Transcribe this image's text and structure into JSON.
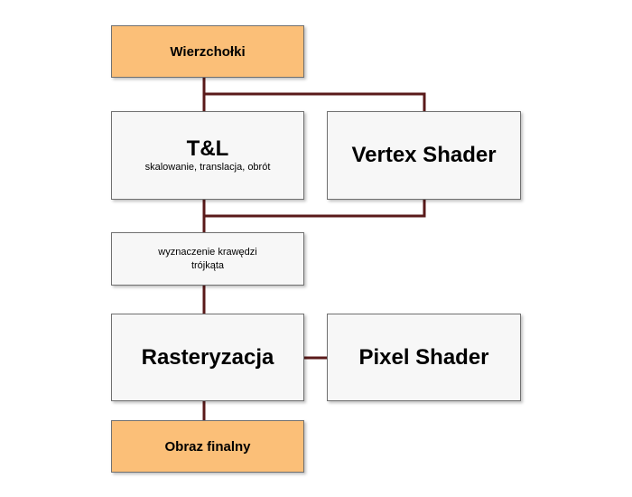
{
  "colors": {
    "accent_box": "#fbbf78",
    "plain_box": "#f7f7f7",
    "border": "#707070",
    "connector": "#5a1a1a"
  },
  "nodes": {
    "vertices": {
      "label": "Wierzchołki"
    },
    "tl": {
      "title": "T&L",
      "subtitle": "skalowanie, translacja, obrót"
    },
    "vertex_shader": {
      "label": "Vertex Shader"
    },
    "edges": {
      "line1": "wyznaczenie krawędzi",
      "line2": "trójkąta"
    },
    "rasterization": {
      "label": "Rasteryzacja"
    },
    "pixel_shader": {
      "label": "Pixel Shader"
    },
    "final_image": {
      "label": "Obraz finalny"
    }
  }
}
